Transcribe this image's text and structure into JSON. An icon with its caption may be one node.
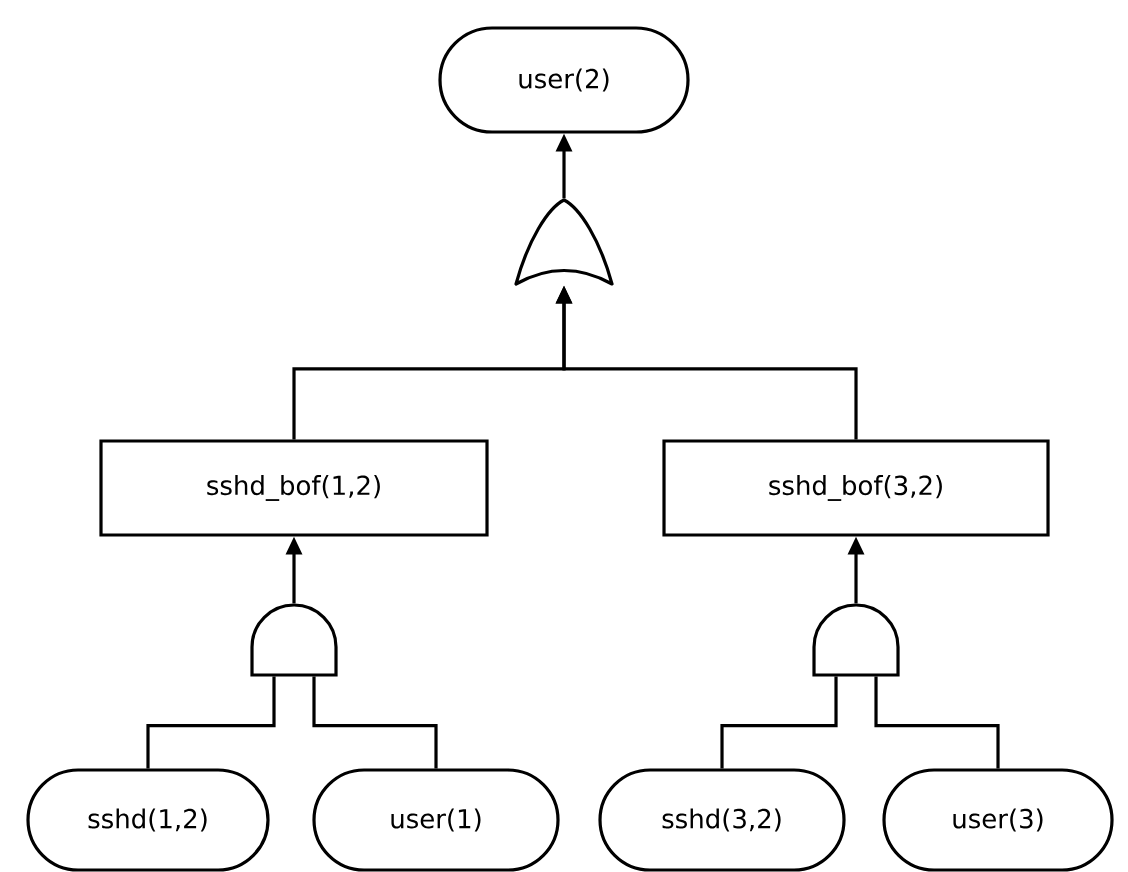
{
  "diagram": {
    "nodes": [
      {
        "text": [
          "user(2)"
        ]
      },
      {
        "text": [],
        "shape": "or-gate"
      },
      {
        "text": [
          "sshd_bof(1,2)"
        ]
      },
      {
        "text": [
          "sshd_bof(3,2)"
        ]
      },
      {
        "text": [],
        "shape": "and-gate"
      },
      {
        "text": [],
        "shape": "and-gate"
      },
      {
        "text": [
          "sshd(1,2)"
        ]
      },
      {
        "text": [
          "user(1)"
        ]
      },
      {
        "text": [
          "sshd(3,2)"
        ]
      },
      {
        "text": [
          "user(3)"
        ]
      }
    ],
    "edges": [
      {
        "from": 1,
        "to": 0,
        "arrow": "to"
      },
      {
        "from": 2,
        "to": 1,
        "arrow": "to"
      },
      {
        "from": 3,
        "to": 1,
        "arrow": "to"
      },
      {
        "from": 4,
        "to": 2,
        "arrow": "to"
      },
      {
        "from": 5,
        "to": 3,
        "arrow": "to"
      },
      {
        "from": 6,
        "to": 4,
        "arrow": "none"
      },
      {
        "from": 7,
        "to": 4,
        "arrow": "none"
      },
      {
        "from": 8,
        "to": 5,
        "arrow": "none"
      },
      {
        "from": 9,
        "to": 5,
        "arrow": "none"
      }
    ]
  }
}
